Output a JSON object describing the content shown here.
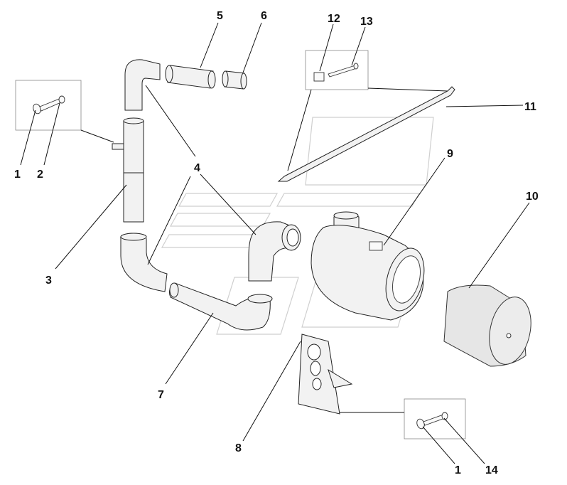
{
  "callouts": {
    "c1a": "1",
    "c2": "2",
    "c3": "3",
    "c4a": "4",
    "c5": "5",
    "c6": "6",
    "c7": "7",
    "c8": "8",
    "c9": "9",
    "c10": "10",
    "c11": "11",
    "c12": "12",
    "c13": "13",
    "c1b": "1",
    "c14": "14"
  }
}
